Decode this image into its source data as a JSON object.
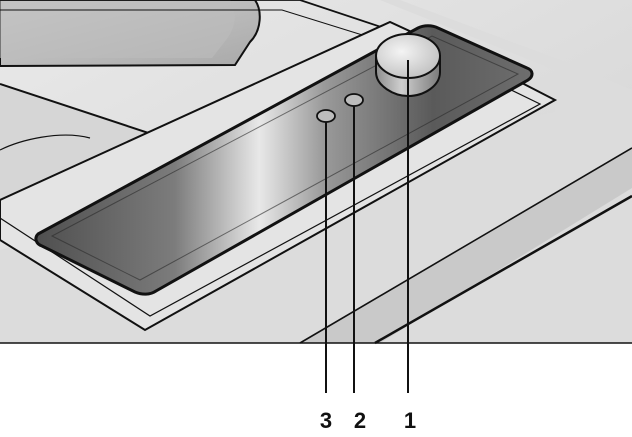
{
  "callouts": [
    {
      "number": "1",
      "target": "rotary-knob"
    },
    {
      "number": "2",
      "target": "indicator-light-right"
    },
    {
      "number": "3",
      "target": "indicator-light-left"
    }
  ],
  "colors": {
    "outline": "#111111",
    "surface_light": "#f2f2f2",
    "surface_mid": "#d9d9d9",
    "surface_dark": "#8a8a8a",
    "panel_dark": "#4a4a4a",
    "panel_highlight": "#e6e6e6",
    "knob_top": "#e0e0e0",
    "knob_side": "#a8a8a8"
  }
}
